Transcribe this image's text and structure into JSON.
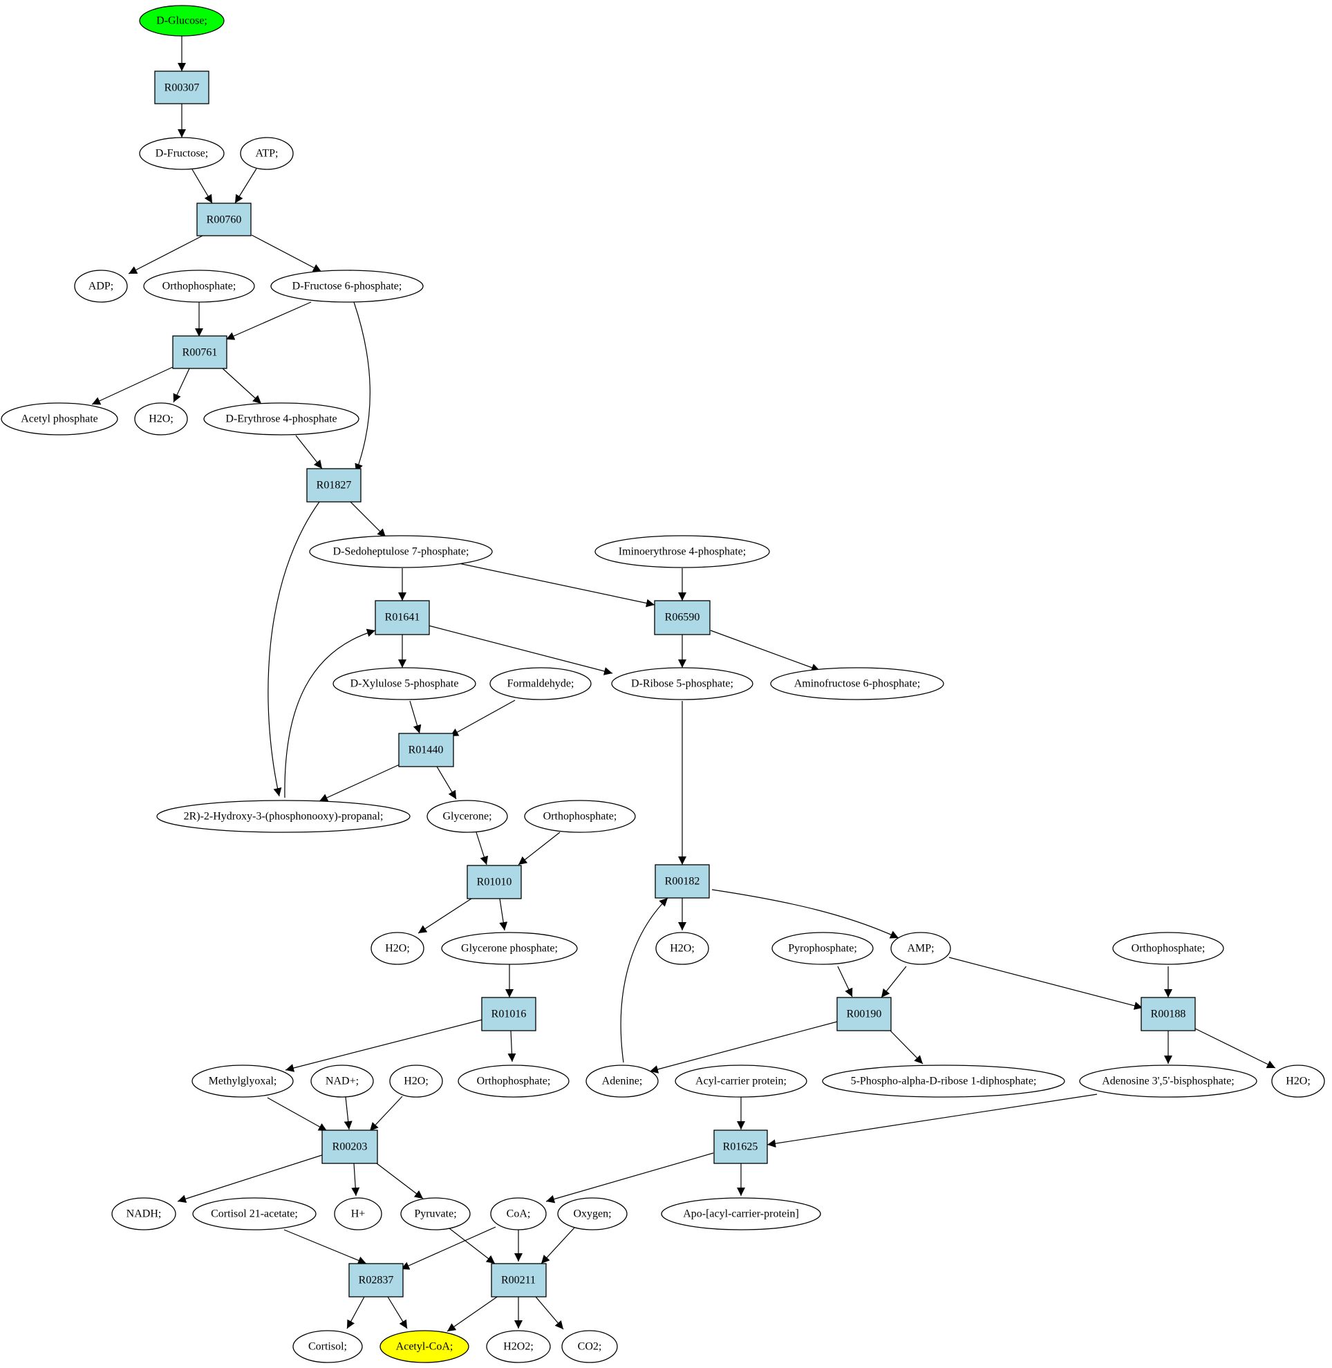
{
  "colors": {
    "reaction_fill": "#add8e6",
    "metabolite_fill": "#ffffff",
    "start_fill": "#00ff00",
    "target_fill": "#ffff00",
    "stroke": "#000000"
  },
  "reactions": {
    "R00307": "R00307",
    "R00760": "R00760",
    "R00761": "R00761",
    "R01827": "R01827",
    "R01641": "R01641",
    "R06590": "R06590",
    "R01440": "R01440",
    "R01010": "R01010",
    "R00182": "R00182",
    "R01016": "R01016",
    "R00190": "R00190",
    "R00188": "R00188",
    "R00203": "R00203",
    "R01625": "R01625",
    "R02837": "R02837",
    "R00211": "R00211"
  },
  "metabolites": {
    "glucose": "D-Glucose;",
    "fructose": "D-Fructose;",
    "atp": "ATP;",
    "adp": "ADP;",
    "orthophosphate_1": "Orthophosphate;",
    "fructose_6p": "D-Fructose 6-phosphate;",
    "acetyl_phosphate": "Acetyl phosphate",
    "h2o_1": "H2O;",
    "erythrose_4p": "D-Erythrose 4-phosphate",
    "sedoheptulose_7p": "D-Sedoheptulose 7-phosphate;",
    "iminoerythrose_4p": "Iminoerythrose 4-phosphate;",
    "xylulose_5p": "D-Xylulose 5-phosphate",
    "formaldehyde": "Formaldehyde;",
    "ribose_5p": "D-Ribose 5-phosphate;",
    "aminofructose_6p": "Aminofructose 6-phosphate;",
    "hydroxy_propanal": "2R)-2-Hydroxy-3-(phosphonooxy)-propanal;",
    "glycerone": "Glycerone;",
    "orthophosphate_2": "Orthophosphate;",
    "h2o_2": "H2O;",
    "glycerone_phosphate": "Glycerone phosphate;",
    "h2o_3": "H2O;",
    "pyrophosphate": "Pyrophosphate;",
    "amp": "AMP;",
    "orthophosphate_3": "Orthophosphate;",
    "methylglyoxal": "Methylglyoxal;",
    "nad": "NAD+;",
    "h2o_4": "H2O;",
    "orthophosphate_4": "Orthophosphate;",
    "adenine": "Adenine;",
    "acyl_carrier": "Acyl-carrier protein;",
    "prpp": "5-Phospho-alpha-D-ribose 1-diphosphate;",
    "adenosine_bisphosphate": "Adenosine 3',5'-bisphosphate;",
    "h2o_5": "H2O;",
    "nadh": "NADH;",
    "cortisol_acetate": "Cortisol 21-acetate;",
    "h_plus": "H+",
    "pyruvate": "Pyruvate;",
    "coa": "CoA;",
    "oxygen": "Oxygen;",
    "apo_acp": "Apo-[acyl-carrier-protein]",
    "cortisol": "Cortisol;",
    "acetyl_coa": "Acetyl-CoA;",
    "h2o2": "H2O2;",
    "co2": "CO2;"
  }
}
